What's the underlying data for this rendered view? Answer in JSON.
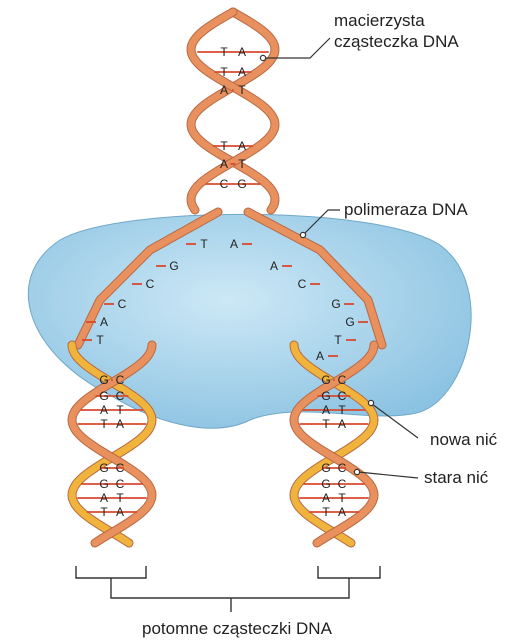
{
  "labels": {
    "parent_dna": [
      "macierzysta",
      "cząsteczka DNA"
    ],
    "polymerase": "polimeraza DNA",
    "new_strand": "nowa nić",
    "old_strand": "stara nić",
    "daughter_dna": "potomne cząsteczki DNA"
  },
  "base_pairs": {
    "parent": [
      [
        "T",
        "A"
      ],
      [
        "T",
        "A"
      ],
      [
        "A",
        "T"
      ],
      [
        "T",
        "A"
      ],
      [
        "A",
        "T"
      ],
      [
        "C",
        "G"
      ]
    ],
    "left_open": [
      "T",
      "G",
      "C",
      "C",
      "A",
      "T"
    ],
    "right_open": [
      "A",
      "A",
      "C",
      "G",
      "G",
      "T",
      "A"
    ],
    "left_daughter": [
      [
        "G",
        "C"
      ],
      [
        "G",
        "C"
      ],
      [
        "A",
        "T"
      ],
      [
        "T",
        "A"
      ],
      [
        "G",
        "C"
      ],
      [
        "G",
        "C"
      ],
      [
        "A",
        "T"
      ],
      [
        "T",
        "A"
      ]
    ],
    "right_daughter": [
      [
        "G",
        "C"
      ],
      [
        "G",
        "C"
      ],
      [
        "A",
        "T"
      ],
      [
        "T",
        "A"
      ],
      [
        "G",
        "C"
      ],
      [
        "G",
        "C"
      ],
      [
        "A",
        "T"
      ],
      [
        "T",
        "A"
      ]
    ]
  },
  "colors": {
    "old_strand": "#e8905e",
    "new_strand": "#f0b43c",
    "rung": "#d94a2e",
    "polymerase": "#a8d3ea"
  }
}
